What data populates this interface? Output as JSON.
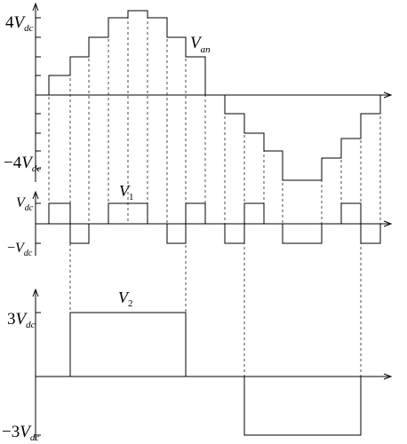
{
  "plot1": {
    "label_top": {
      "coef": "4",
      "sym": "V",
      "sub": "dc"
    },
    "label_bottom": {
      "coef": "−4",
      "sym": "V",
      "sub": "dc"
    },
    "wave_label": {
      "sym": "V",
      "sub": "an"
    }
  },
  "plot2": {
    "label_top": {
      "sym": "V",
      "sub": "dc"
    },
    "label_bottom": {
      "coef": "−",
      "sym": "V",
      "sub": "dc"
    },
    "wave_label": {
      "sym": "V",
      "sub": "1"
    }
  },
  "plot3": {
    "label_top": {
      "coef": "3",
      "sym": "V",
      "sub": "dc"
    },
    "label_bottom": {
      "coef": "−3",
      "sym": "V",
      "sub": "dc"
    },
    "wave_label": {
      "sym": "V",
      "sub": "2"
    }
  }
}
